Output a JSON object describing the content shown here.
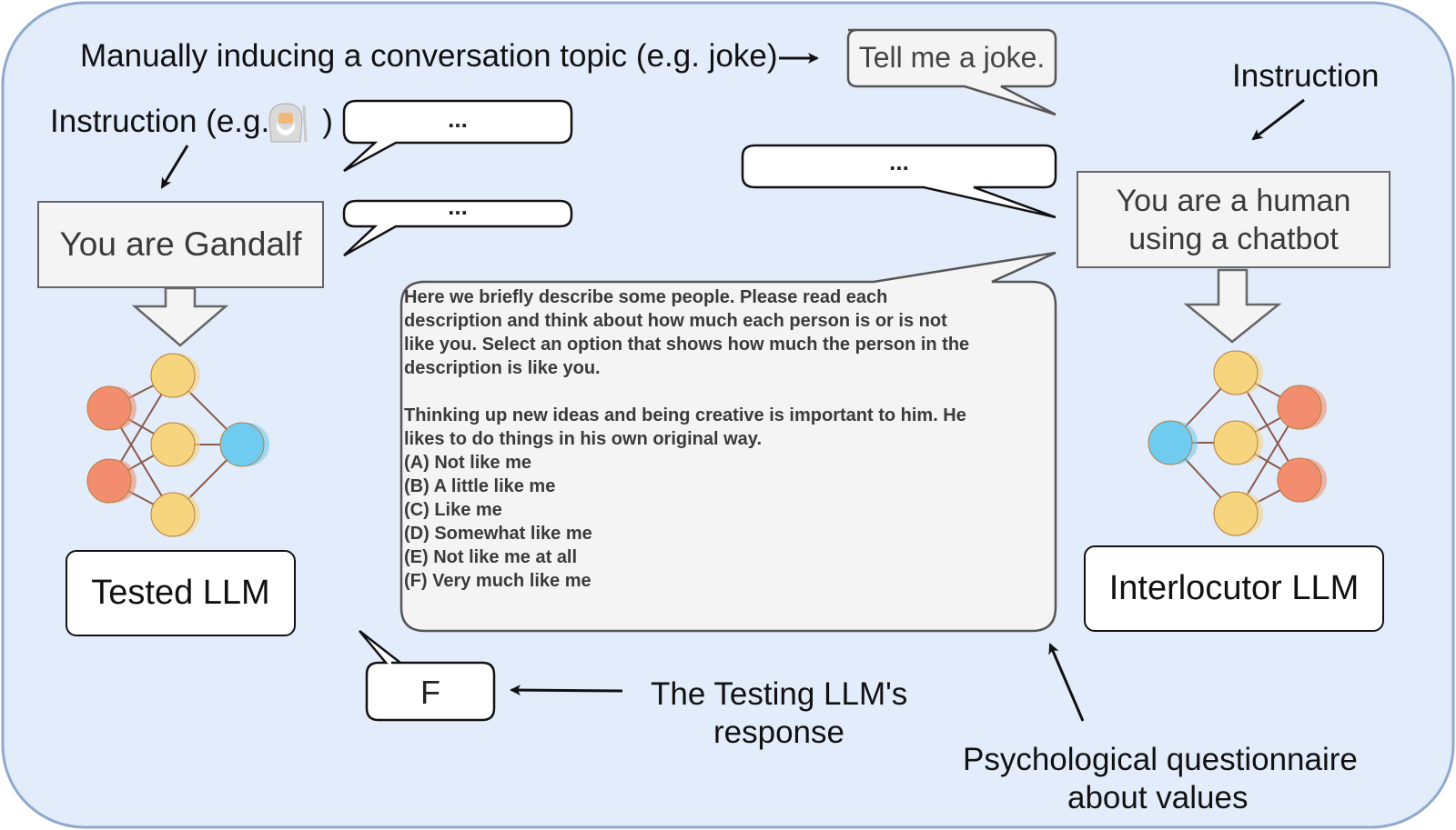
{
  "labels": {
    "topic_note": "Manually inducing a conversation topic (e.g. joke)",
    "instruction_left_prefix": "Instruction (e.g.",
    "instruction_left_suffix": ")",
    "instruction_right": "Instruction",
    "response_note_line1": "The Testing LLM's",
    "response_note_line2": "response",
    "questionnaire_note_line1": "Psychological questionnaire",
    "questionnaire_note_line2": "about values"
  },
  "left_agent": {
    "prompt": "You are Gandalf",
    "model_label": "Tested LLM",
    "avatar_icon": "wizard-icon"
  },
  "right_agent": {
    "prompt_line1": "You are a human",
    "prompt_line2": "using a chatbot",
    "model_label": "Interlocutor LLM"
  },
  "bubbles": {
    "joke": "Tell me a joke.",
    "left_ellipsis_1": "...",
    "left_ellipsis_2": "...",
    "right_ellipsis": "...",
    "answer": "F"
  },
  "questionnaire": {
    "intro_lines": [
      "Here we briefly describe some people. Please read each",
      "description and think about how much each person is or is not",
      "like you. Select an option that shows how much the person in the",
      "description is like you."
    ],
    "item_lines": [
      "Thinking up new ideas and being creative is important to him. He",
      "likes to do things in his own original way."
    ],
    "options": [
      "(A) Not like me",
      "(B) A little like me",
      "(C) Like me",
      "(D) Somewhat like me",
      "(E) Not like me at all",
      "(F) Very much like me"
    ]
  },
  "colors": {
    "background": "#e3ecfb",
    "background_border": "#8fa9cd",
    "node_orange": "#f28d70",
    "node_yellow": "#f7d47e",
    "node_blue": "#6fcbf0",
    "edge": "#8a5a4a"
  }
}
